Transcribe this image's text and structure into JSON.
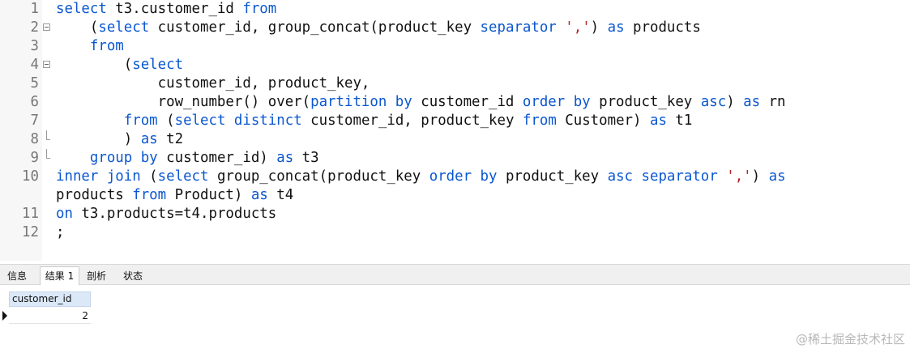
{
  "editor": {
    "lines": [
      {
        "num": "1",
        "fold": "",
        "code": [
          {
            "k": true,
            "t": "select"
          },
          {
            "t": " t3.customer_id "
          },
          {
            "k": true,
            "t": "from"
          }
        ]
      },
      {
        "num": "2",
        "fold": "open",
        "code": [
          {
            "t": "    ("
          },
          {
            "k": true,
            "t": "select"
          },
          {
            "t": " customer_id, group_concat(product_key "
          },
          {
            "k": true,
            "t": "separator"
          },
          {
            "t": " "
          },
          {
            "s": true,
            "t": "','"
          },
          {
            "t": ") "
          },
          {
            "k": true,
            "t": "as"
          },
          {
            "t": " products"
          }
        ]
      },
      {
        "num": "3",
        "fold": "",
        "code": [
          {
            "t": "    "
          },
          {
            "k": true,
            "t": "from"
          }
        ]
      },
      {
        "num": "4",
        "fold": "open",
        "code": [
          {
            "t": "        ("
          },
          {
            "k": true,
            "t": "select"
          }
        ]
      },
      {
        "num": "5",
        "fold": "",
        "code": [
          {
            "t": "            customer_id, product_key,"
          }
        ]
      },
      {
        "num": "6",
        "fold": "",
        "code": [
          {
            "t": "            row_number() over("
          },
          {
            "k": true,
            "t": "partition by"
          },
          {
            "t": " customer_id "
          },
          {
            "k": true,
            "t": "order by"
          },
          {
            "t": " product_key "
          },
          {
            "k": true,
            "t": "asc"
          },
          {
            "t": ") "
          },
          {
            "k": true,
            "t": "as"
          },
          {
            "t": " rn"
          }
        ]
      },
      {
        "num": "7",
        "fold": "",
        "code": [
          {
            "t": "        "
          },
          {
            "k": true,
            "t": "from"
          },
          {
            "t": " ("
          },
          {
            "k": true,
            "t": "select distinct"
          },
          {
            "t": " customer_id, product_key "
          },
          {
            "k": true,
            "t": "from"
          },
          {
            "t": " Customer) "
          },
          {
            "k": true,
            "t": "as"
          },
          {
            "t": " t1"
          }
        ]
      },
      {
        "num": "8",
        "fold": "end",
        "code": [
          {
            "t": "        ) "
          },
          {
            "k": true,
            "t": "as"
          },
          {
            "t": " t2"
          }
        ]
      },
      {
        "num": "9",
        "fold": "end",
        "code": [
          {
            "t": "    "
          },
          {
            "k": true,
            "t": "group by"
          },
          {
            "t": " customer_id) "
          },
          {
            "k": true,
            "t": "as"
          },
          {
            "t": " t3"
          }
        ]
      },
      {
        "num": "10",
        "fold": "",
        "code": [
          {
            "k": true,
            "t": "inner join"
          },
          {
            "t": " ("
          },
          {
            "k": true,
            "t": "select"
          },
          {
            "t": " group_concat(product_key "
          },
          {
            "k": true,
            "t": "order by"
          },
          {
            "t": " product_key "
          },
          {
            "k": true,
            "t": "asc"
          },
          {
            "t": " "
          },
          {
            "k": true,
            "t": "separator"
          },
          {
            "t": " "
          },
          {
            "s": true,
            "t": "','"
          },
          {
            "t": ") "
          },
          {
            "k": true,
            "t": "as"
          }
        ]
      },
      {
        "num": "",
        "fold": "",
        "code": [
          {
            "t": "products "
          },
          {
            "k": true,
            "t": "from"
          },
          {
            "t": " Product) "
          },
          {
            "k": true,
            "t": "as"
          },
          {
            "t": " t4"
          }
        ]
      },
      {
        "num": "11",
        "fold": "",
        "code": [
          {
            "k": true,
            "t": "on"
          },
          {
            "t": " t3.products=t4.products"
          }
        ]
      },
      {
        "num": "12",
        "fold": "",
        "code": [
          {
            "t": ";"
          }
        ]
      }
    ]
  },
  "tabs": [
    {
      "label": "信息",
      "active": false
    },
    {
      "label": "结果 1",
      "active": true
    },
    {
      "label": "剖析",
      "active": false
    },
    {
      "label": "状态",
      "active": false
    }
  ],
  "result": {
    "column": "customer_id",
    "value": "2"
  },
  "watermark": "@稀土掘金技术社区"
}
